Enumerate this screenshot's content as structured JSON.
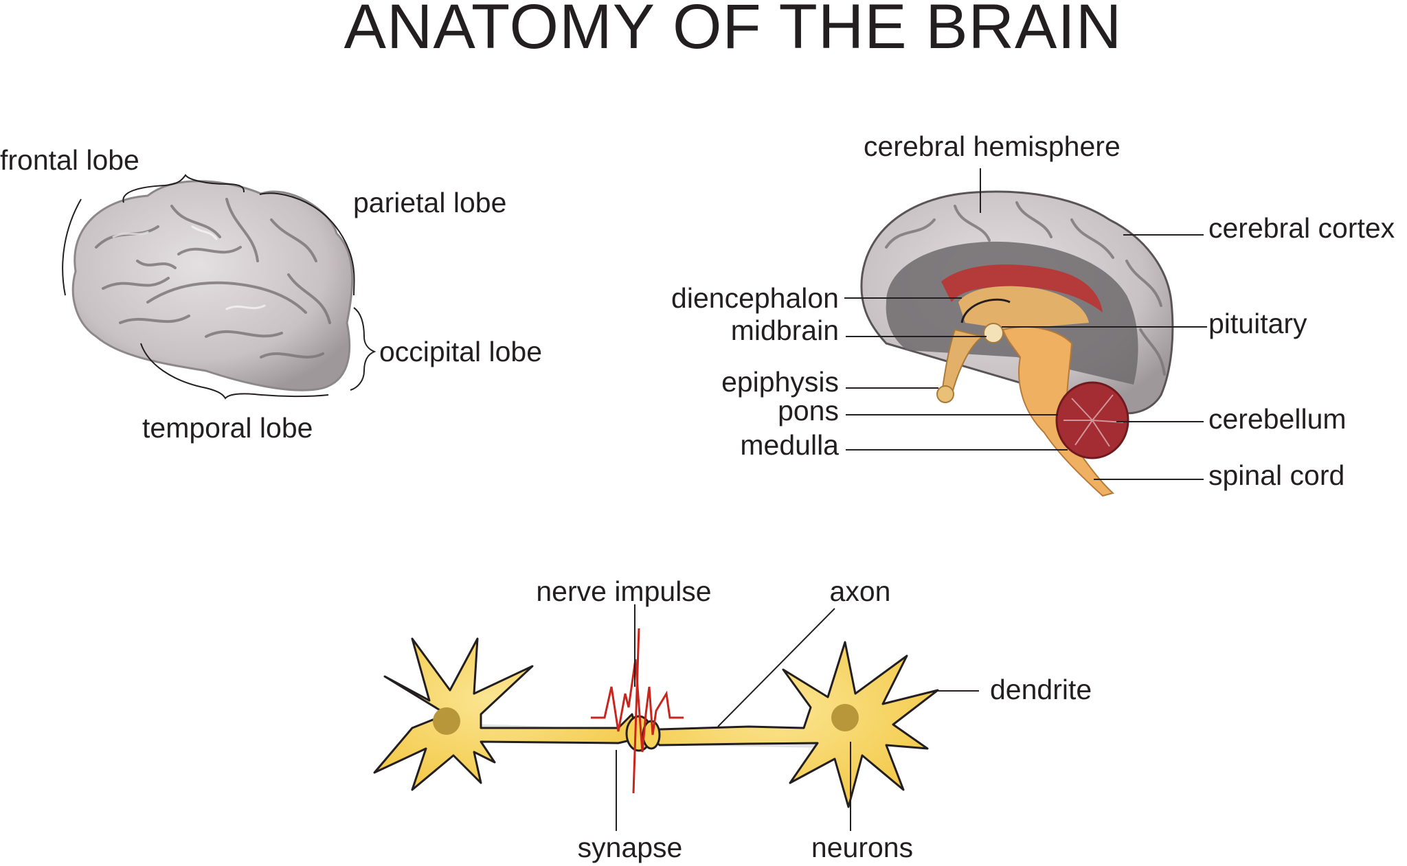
{
  "title": "ANATOMY OF THE BRAIN",
  "lateral_view": {
    "labels": {
      "frontal_lobe": "frontal lobe",
      "parietal_lobe": "parietal lobe",
      "occipital_lobe": "occipital lobe",
      "temporal_lobe": "temporal lobe"
    }
  },
  "sagittal_view": {
    "labels": {
      "cerebral_hemisphere": "cerebral hemisphere",
      "cerebral_cortex": "cerebral cortex",
      "diencephalon": "diencephalon",
      "midbrain": "midbrain",
      "pituitary": "pituitary",
      "epiphysis": "epiphysis",
      "pons": "pons",
      "cerebellum": "cerebellum",
      "medulla": "medulla",
      "spinal_cord": "spinal cord"
    }
  },
  "neurons_view": {
    "labels": {
      "nerve_impulse": "nerve impulse",
      "axon": "axon",
      "dendrite": "dendrite",
      "synapse": "synapse",
      "neurons": "neurons"
    }
  },
  "colors": {
    "text": "#231f20",
    "brain_gray": "#c9c2c4",
    "brain_dark": "#6f6a6c",
    "cortex_red": "#b53a3a",
    "brainstem_orange": "#e3b06a",
    "neuron_yellow": "#f7d35a",
    "nucleus": "#b8963a",
    "impulse_red": "#c8251c"
  }
}
